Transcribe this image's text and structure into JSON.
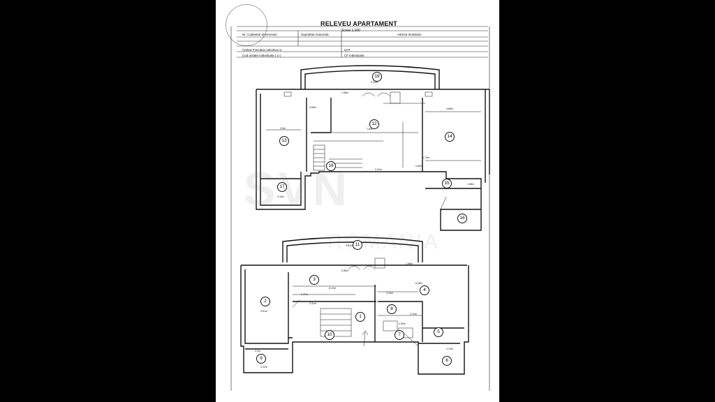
{
  "document": {
    "title": "RELEVEU APARTAMENT",
    "scale": "Scara 1:100"
  },
  "header_table": {
    "col_cadastral": "Nr. Cadastral al terenului",
    "col_surface": "Suprafata masurata",
    "col_address": "Adresa Imobilului",
    "row_cf_collective": "Cartea Funciara colectiva nr.",
    "row_uat": "UAT",
    "row_unit_code": "Cod unitate individuala ( U )",
    "row_cf_individual": "CF individuala"
  },
  "watermark": {
    "brand": "SVN",
    "sub": "ROMANIA"
  },
  "rooms_upper": [
    "19",
    "12",
    "13",
    "14",
    "17",
    "18",
    "15",
    "16"
  ],
  "rooms_lower": [
    "11",
    "3",
    "2",
    "4",
    "1",
    "8",
    "7",
    "5",
    "10",
    "9",
    "6"
  ],
  "dimensions": {
    "d1": "7.8m",
    "d2": "3.9m",
    "d3": "4.88m",
    "d4": "1.58m",
    "d5": "0.92m",
    "d6": "2.01m",
    "d7": "2.60m",
    "d8": "1.73m",
    "d9": "0.15m",
    "d10": "1.88m",
    "d11": "8.12m",
    "d12": "3.47m",
    "d13": "3.31m",
    "d14": "2.12m",
    "d15": "6.38m",
    "d16": "3.91m",
    "d17": "2.13m",
    "d18": "3.22m",
    "d19": "2.2m",
    "d20": "0.80m",
    "d21": "1.98m",
    "d22": "0.57m",
    "d23": "0.65m",
    "d24": "2.50m",
    "d25": "1.12m"
  }
}
